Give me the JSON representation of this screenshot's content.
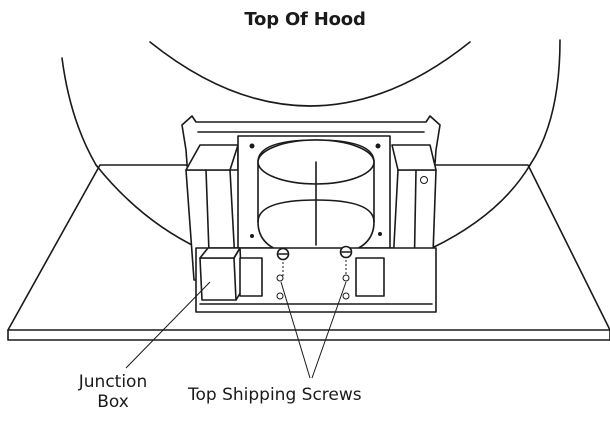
{
  "labels": {
    "top_of_hood": "Top Of Hood",
    "junction_box_line1": "Junction",
    "junction_box_line2": "Box",
    "top_shipping_screws": "Top Shipping Screws"
  }
}
